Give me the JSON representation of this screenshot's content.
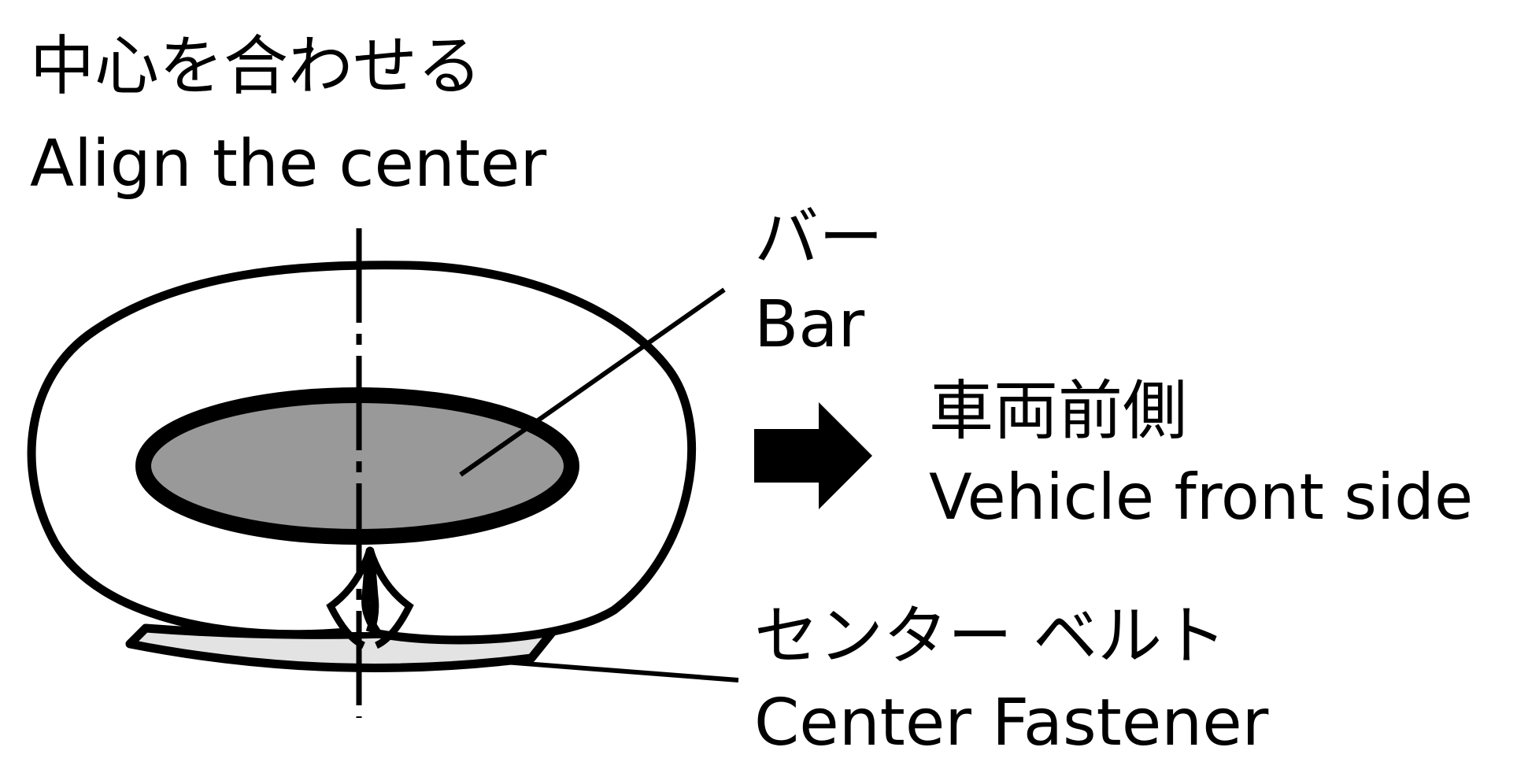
{
  "labels": {
    "align_jp": "中心を合わせる",
    "align_en": "Align the center",
    "bar_jp": "バー",
    "bar_en": "Bar",
    "front_jp": "車両前側",
    "front_en": "Vehicle front side",
    "center_fastener_jp": "センター ベルト",
    "center_fastener_en": "Center Fastener"
  },
  "colors": {
    "outline": "#000000",
    "bar_fill": "#999999",
    "fastener_fill": "#e3e3e3",
    "background": "#ffffff"
  },
  "icons": {
    "direction": "right-arrow-icon"
  }
}
